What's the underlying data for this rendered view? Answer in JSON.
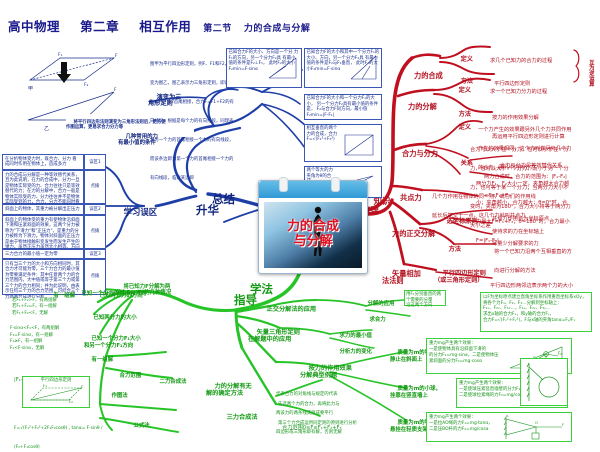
{
  "title": {
    "course": "高中物理",
    "chapter": "第二章",
    "topic": "相互作用",
    "section": "第二节",
    "lesson": "力的合成与分解"
  },
  "center": {
    "line1": "力的合成",
    "line2": "与分解"
  },
  "main_branches": {
    "knowledge": "知识\n梳理",
    "summary": "总结\n升华",
    "method": "学法\n指导",
    "misconception": "学习误区"
  },
  "knowledge": {
    "nodes": [
      {
        "label": "力的合成",
        "children": [
          {
            "label": "定义",
            "text": "求几个已知力的合力的过程"
          },
          {
            "label": "方法",
            "text": "平行四边形定则"
          }
        ]
      },
      {
        "label": "力的分解",
        "children": [
          {
            "label": "定义",
            "text": "求一个已知力分力的过程"
          },
          {
            "label": "方法",
            "text": "按力的作用效果分解\n再运用平行四边形定则进行计算"
          }
        ]
      },
      {
        "label": "合力与分力",
        "children": [
          {
            "label": "定义",
            "text": "一个力产生的效果跟另外几个力共同作用产生的效果相同，这个力叫做另外几个力的合力，那几个力叫分力"
          },
          {
            "label": "",
            "text": "合力可以大于任一分力，也可以小于任一分力，也可以大于一个分力、而小于另一个分力，也可等于某一个分力；当两分力大小不变时，夹角为180°，合力大小将等于两分力大小之差"
          },
          {
            "label": "关系",
            "text": "合力与分力是等效替代关系"
          },
          {
            "label": "",
            "text": "两力合成时，合力的范围为：|F₁-F₂|≤F≤F₁+F₂"
          },
          {
            "label": "",
            "text": "两分力F₁、F₂大小一定，夹角越大合力越小；夹角越小，合力越大；θ=0°时，合力最大F=F₁+F₂；θ=180°时，合力最小F=|F₁-F₂|"
          }
        ]
      },
      {
        "label": "共点力",
        "children": [
          {
            "label": "",
            "text": "几个力作用在物体的同一点，或它们的作用线延长后能交于一点，这几个力就叫共点力"
          }
        ]
      },
      {
        "label": "力的正交分解",
        "children": [
          {
            "label": "选坐标原则",
            "text": "共点力作用点为坐标原点"
          },
          {
            "label": "",
            "text": "使待求的力在坐标轴上"
          },
          {
            "label": "",
            "text": "尽量少分解要求的力"
          },
          {
            "label": "方法",
            "text": "将一个已知力沿两个互相垂直的方向进行分解的方法"
          }
        ]
      },
      {
        "label": "矢量相加\n法法则",
        "children": [
          {
            "label": "平行四边形定则\n（或三角形定则）",
            "text": "平行四边形两邻边表示两个力的大小和方向，\n所夹这两邻边的对角线表示合力的大小和方向"
          }
        ]
      }
    ]
  },
  "summary": {
    "label": "总结\n升华",
    "diagram_note": "演变为三\n角形定则",
    "caption": "将平行四边形法则演变为三角形法则后，更方便\n作图运算，更易求合力分力等",
    "diagram_text": "图甲为平行四边形定则，例F、F1和F2，演变为图乙，图乙表示力三角形定则，即两个分力F1、F2首尾相接，合力F=F1+F2的有向线段，根据是每个力的有向线段，同理表示另一个力的首尾相接一个力的有向线段，而该条边即为第一个力的首尾相接一个力的有向线段，临近某边即",
    "minimum_label": "几种常用的力\n有最小值的条件",
    "diagram_captions": [
      "已知合力F的大小、方向是一个分\n力F₁的方向，另一个分力F₂具\n有最小值的条件是F₂⊥F₁，\n此时F₂的大小F₂min=F·sinα",
      "已知合力F的大小和其中一个分力F₁的\n大小、方向，另一个分力F₂具\n有最小值的条件是F₂与F₁垂直，\n此时F₂的大小F₂min=F·sinα",
      "已知合力F的大小和一个分力F₁的大小，\n另一个分力F₂具有最小值的条件是，\nF₂与合力F同方向，最小值F₂min=|F-F₁|",
      "相互垂直的两个力的合成，合力\nF=√(F₁²+F₂²)",
      "两个等大的力\n夹角为θ的合成，\nF=2F₁cos(θ/2)"
    ]
  },
  "misconception": {
    "label": "学习误区",
    "header_cells": [
      "误区1",
      "点拨",
      "误区2",
      "点拨",
      "误区3",
      "点拨"
    ],
    "rows": [
      {
        "tag": "误区1",
        "text": "在分析物体受力时，既合力、分力\n看成同时作用在物体上，造成多力"
      },
      {
        "tag": "点拨",
        "text": "力的合成与分解是一种等效替代关系，且为此说明，在力的合成中，分力一旦是物体实际受的力、合力往往只是等效替代的力；在力的分解中，合力一般是物体实际受的力、分力往往并不是物体实际受到的力，合力、分力不能同时看成作用在两个物体上"
      },
      {
        "tag": "误区2",
        "text": "斜面上的物体，其重力被分解出正压力"
      },
      {
        "tag": "点拨",
        "text": "斜面上的物体受的重力有使物体沿斜面下滑和压紧斜面的效果，这两个分力被称为\"下滑力\"和\"正压力\"，是重力的分力被称为下滑力。物体对斜面的正压力是由于物体接触形变发生而发生产生的弹力，虽然正压力虽然大小相等、方向相同，但"
      },
      {
        "tag": "误区3",
        "text": "三力合力的最小值一定为零"
      },
      {
        "tag": "点拨",
        "text": "只有当三个力的大小和方向相同时，其合力才可能为零。三个力合力的最小值为零要满足条件：其中任意两个力的合力范围内，大中值或等于第三个力或第三个力的合力相同；并为此说明，由表示任何三个力的合力范围，可结合三个力两两合成进行分析"
      }
    ]
  },
  "method": {
    "label": "学法\n指导",
    "decompose_note": "将已知力F分解为两\n分力F₁、F₂的几种情况",
    "nodes": [
      {
        "label": "已知两分力的方向",
        "text": "有一组解"
      },
      {
        "label": "已知一个分力的大小和方向",
        "text": "有一组解"
      },
      {
        "label": "已知两分力的大小",
        "text": "若F₁+F₂>F，有两组解\n若F₁+F₂=F，有一组解\n若F₁+F₂<F，无解"
      },
      {
        "label": "已知一个分力F₁大小\n和另一个分力F₂方向",
        "text": "F·sinα<F₁<F，有两组解\nF₁=F·sinα，有一组解\nF₁≥F，有一组解\nF₁<F·sinα，无解"
      },
      {
        "label": "合力范围",
        "text": "|F₁-F₂|≤F≤F₁+F₂"
      },
      {
        "label": "作图法",
        "text": "平行四边形定则"
      },
      {
        "label": "公式法",
        "text": "F=√(F₁²+F₂²+2F₁F₂cosθ)  ,  tanα= F·sinθ / (F₂+F₁cosθ)"
      },
      {
        "label": "二力合成法",
        "text": ""
      }
    ],
    "right_nodes": [
      {
        "label": "正交分解法的应用",
        "children": [
          {
            "label": "分解的应用",
            "text": "用F₁分别垂直的两\n个需要的分量\n沿这两个方向"
          },
          {
            "label": "求合力",
            "text": ""
          }
        ]
      },
      {
        "label": "矢量三角形定则\n在解题中的应用",
        "children": [
          {
            "label": "求力的最小值",
            "text": ""
          },
          {
            "label": "分析力的变化",
            "text": ""
          }
        ]
      },
      {
        "label": "按力的作用效果\n分解典型例题",
        "children": [
          {
            "label": "质量为m的物体\n静止在斜面上",
            "text": "重力mg产生两个效果：\n一是使物体具有沿斜面下滑的\n的分力F₁=mg·sinα，二是使物体压\n紧斜面的分力F₂=mg·cosα"
          },
          {
            "label": "质量为m的小球，\n挂靠在竖直墙上",
            "text": "重力mg产生两个效果：\n一是使球压紧竖直墙壁的分力F₁=mg·tanα，\n二是使球拉紧绳的力F₂=mg/cosα"
          },
          {
            "label": "质量为m的物体\n悬挂在轻质支架上",
            "text": "重力mg产生两个效果：\n一是拉AO绳的力F₁=mg·tanα，\n二是压BO杆的力F₂=mg/cosα"
          }
        ]
      },
      {
        "label": "力的分解有无\n解的确定方法",
        "text": "代表合力的对角线与规定的代表\n两该力的两条线其组成要平行\n四边形或三角形即有解，否则无解"
      },
      {
        "label": "三力合成法",
        "children": [
          {
            "label": "",
            "text": "先选两个力的合力，再将此力与\n第三个力合成运用同定则的原则进行分析"
          },
          {
            "label": "",
            "text": "合力范围0≤F≤F₁+F₂+F₃"
          }
        ]
      }
    ],
    "orth_box": "以F为坐标原点建立直角坐标系作用重直坐标系xOy，\n将各个力F₁、F₂、F₃…分解到坐标轴上：\nF₁ₓ、F₂ₓ、F₃ₓ…，F₁ᵧ、F₂ᵧ、F₃ᵧ…\n求出x轴的合力Fₓ，和y轴的合力Fᵧ，\n合力F=√(Fₓ²+Fᵧ²)，F与x轴的夹角tanα=Fᵧ/Fₓ"
  },
  "colors": {
    "blue": "#1f3fa8",
    "red": "#c01020",
    "green": "#27c427",
    "title": "#1a1a8c",
    "card_red": "#e01020"
  }
}
